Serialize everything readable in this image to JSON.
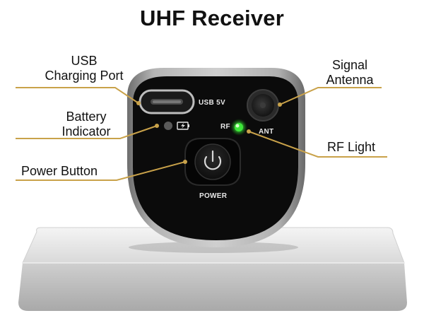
{
  "title": "UHF Receiver",
  "labels": {
    "usb_line1": "USB",
    "usb_line2": "Charging Port",
    "battery_line1": "Battery",
    "battery_line2": "Indicator",
    "power_button": "Power Button",
    "antenna_line1": "Signal",
    "antenna_line2": "Antenna",
    "rf_light": "RF Light"
  },
  "device_markings": {
    "usb": "USB 5V",
    "rf": "RF",
    "ant": "ANT",
    "power": "POWER"
  },
  "colors": {
    "leader_line": "#c9a24a",
    "rf_led": "#3ee83a",
    "body": "#0b0b0b"
  },
  "icons": [
    "battery-icon"
  ]
}
